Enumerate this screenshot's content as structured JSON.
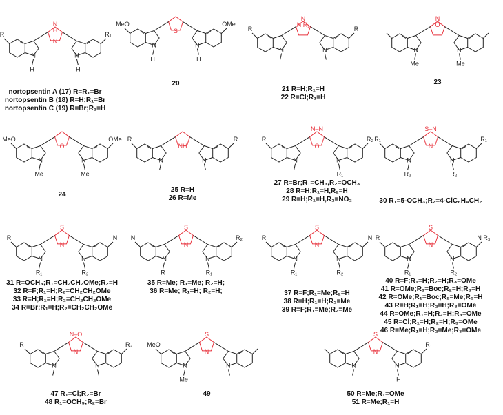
{
  "colors": {
    "bonds": "#222222",
    "heterocycle": "#e8323c"
  },
  "compounds": [
    {
      "id": "17-19",
      "ring_top": "N",
      "ring_top2": "H",
      "ring_bottom": "N",
      "left_sub": "R",
      "right_sub": "R₁",
      "left_N": "H",
      "right_N": "H",
      "labels": [
        "nortopsentin A (17) R=R₁=Br",
        "nortopsentin B (18) R=H;R₁=Br",
        "nortopsentin C (19) R=Br;R₁=H"
      ]
    },
    {
      "id": "20",
      "ring_top": "",
      "ring_top2": "",
      "ring_bottom": "S",
      "left_sub": "MeO",
      "right_sub": "OMe",
      "left_N": "H",
      "right_N": "H",
      "labels": [
        "20"
      ]
    },
    {
      "id": "21-22",
      "ring_top": "N",
      "ring_top2": "N  R₁",
      "ring_bottom": "",
      "left_sub": "R",
      "right_sub": "R",
      "left_N": "",
      "right_N": "",
      "labels": [
        "21 R=H;R₁=H",
        "22 R=Cl;R₁=H"
      ]
    },
    {
      "id": "23",
      "ring_top": "N",
      "ring_top2": "O",
      "ring_bottom": "",
      "left_sub": "",
      "right_sub": "",
      "left_N": "Me",
      "right_N": "Me",
      "labels": [
        "23"
      ]
    },
    {
      "id": "24",
      "ring_top": "",
      "ring_top2": "",
      "ring_bottom": "O",
      "left_sub": "MeO",
      "right_sub": "OMe",
      "left_N": "Me",
      "right_N": "Me",
      "labels": [
        "24"
      ]
    },
    {
      "id": "25-26",
      "ring_top": "",
      "ring_top2": "",
      "ring_bottom": "NH",
      "left_sub": "R",
      "right_sub": "R",
      "left_N": "",
      "right_N": "",
      "labels": [
        "25 R=H",
        "26 R=Me"
      ]
    },
    {
      "id": "27-29",
      "ring_top": "N–N",
      "ring_top2": "",
      "ring_bottom": "O",
      "left_sub": "R",
      "right_sub": "R₂",
      "left_N": "",
      "right_N": "R₁",
      "labels": [
        "27 R=Br;R₁=CH₃,R₂=OCH₃",
        "28 R=H;R₁=H,R₂=H",
        "29 R=H;R₁=H,R₂=NO₂"
      ]
    },
    {
      "id": "30",
      "ring_top": "S–N",
      "ring_top2": "",
      "ring_bottom": "N",
      "left_sub": "R₁",
      "right_sub": "R₁",
      "left_N": "R₂",
      "right_N": "R₂",
      "labels": [
        "30 R₁=5-OCH₃;R₂=4-ClC₆H₄CH₂"
      ]
    },
    {
      "id": "31-34",
      "ring_top": "S",
      "ring_top2": "",
      "ring_bottom": "N",
      "left_sub": "R",
      "right_sub": "N",
      "left_N": "R₁",
      "right_N": "R₂",
      "labels": [
        "31 R=OCH₃;R₁=CH₂CH₂OMe;R₂=H",
        "32 R=F;R₁=H;R₂=CH₂CH₂OMe",
        "33 R=H;R₁=H;R₂=CH₂CH₂OMe",
        "34 R=Br;R₁=H;R₂=CH₂CH₂OMe"
      ]
    },
    {
      "id": "35-36",
      "ring_top": "S",
      "ring_top2": "",
      "ring_bottom": "N",
      "left_sub": "N",
      "right_sub": "R₂",
      "left_N": "R",
      "right_N": "R₁",
      "labels": [
        "35 R=Me; R₁=Me; R₂=H;",
        "36 R=Me; R₁=H; R₂=H;"
      ]
    },
    {
      "id": "37-39",
      "ring_top": "S",
      "ring_top2": "",
      "ring_bottom": "N",
      "left_sub": "R",
      "right_sub": "N",
      "left_N": "R₁",
      "right_N": "R₂",
      "labels": [
        "37 R=F;R₁=Me;R₂=H",
        "38 R=H;R₁=H;R₂=Me",
        "39 R=F;R₁=Me;R₂=Me"
      ]
    },
    {
      "id": "40-46",
      "ring_top": "S",
      "ring_top2": "",
      "ring_bottom": "N",
      "left_sub": "R",
      "right_sub": "N  R₃",
      "left_N": "R₁",
      "right_N": "R₂",
      "labels": [
        "40 R=F;R₁=H;R₂=H;R₃=OMe",
        "41 R=OMe;R₁=Boc;R₂=H;R₃=H",
        "42 R=OMe;R₁=Boc;R₂=Me;R₃=H",
        "43 R=H;R₁=H;R₂=H;R₃=OMe",
        "44 R=OMe;R₁=H;R₂=H;R₃=OMe",
        "45 R=Cl;R₁=H;R₂=H;R₃=OMe",
        "46 R=Me;R₁=H;R₂=Me;R₃=OMe"
      ]
    },
    {
      "id": "47-48",
      "ring_top": "N–O",
      "ring_top2": "",
      "ring_bottom": "N",
      "left_sub": "R₁",
      "right_sub": "R₂",
      "left_N": "",
      "right_N": "",
      "labels": [
        "47 R₁=Cl;R₂=Br",
        "48 R₁=OCH₃;R₂=Br"
      ]
    },
    {
      "id": "49",
      "ring_top": "S",
      "ring_top2": "",
      "ring_bottom": "N",
      "left_sub": "MeO",
      "right_sub": "",
      "left_N": "Me",
      "right_N": "",
      "labels": [
        "49"
      ]
    },
    {
      "id": "50-51",
      "ring_top": "S",
      "ring_top2": "",
      "ring_bottom": "N",
      "left_sub": "",
      "right_sub": "R₁",
      "left_N": "",
      "right_N": "H",
      "labels": [
        "50 R=Me;R₁=OMe",
        "51 R=Me;R₁=H"
      ]
    }
  ]
}
